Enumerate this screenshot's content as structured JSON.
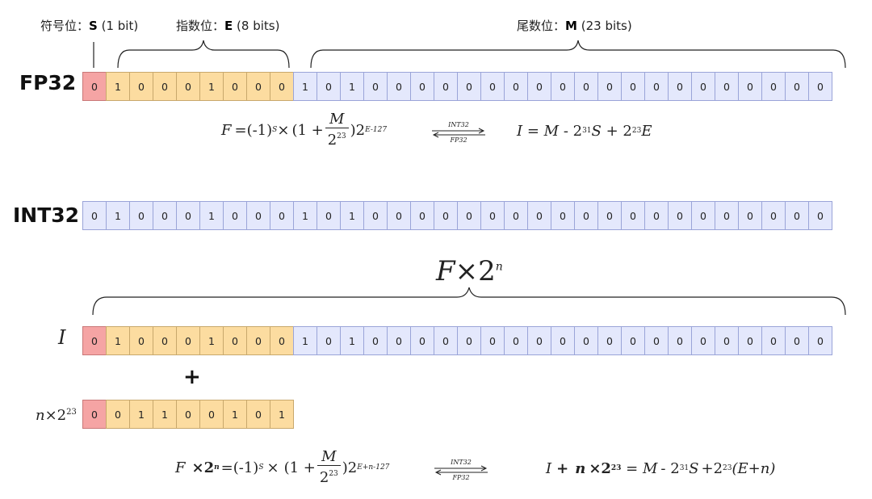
{
  "header": {
    "sign_label_prefix": "符号位：",
    "sign_label_letter": "S",
    "sign_label_bits": "(1 bit)",
    "exp_label_prefix": "指数位：",
    "exp_label_letter": "E",
    "exp_label_bits": "(8 bits)",
    "man_label_prefix": "尾数位：",
    "man_label_letter": "M",
    "man_label_bits": "(23 bits)"
  },
  "rows": {
    "fp32": {
      "label": "FP32",
      "bits": [
        "0",
        "1",
        "0",
        "0",
        "0",
        "1",
        "0",
        "0",
        "0",
        "1",
        "0",
        "1",
        "0",
        "0",
        "0",
        "0",
        "0",
        "0",
        "0",
        "0",
        "0",
        "0",
        "0",
        "0",
        "0",
        "0",
        "0",
        "0",
        "0",
        "0",
        "0",
        "0"
      ]
    },
    "int32": {
      "label": "INT32",
      "bits": [
        "0",
        "1",
        "0",
        "0",
        "0",
        "1",
        "0",
        "0",
        "0",
        "1",
        "0",
        "1",
        "0",
        "0",
        "0",
        "0",
        "0",
        "0",
        "0",
        "0",
        "0",
        "0",
        "0",
        "0",
        "0",
        "0",
        "0",
        "0",
        "0",
        "0",
        "0",
        "0"
      ]
    },
    "i": {
      "label": "I",
      "bits": [
        "0",
        "1",
        "0",
        "0",
        "0",
        "1",
        "0",
        "0",
        "0",
        "1",
        "0",
        "1",
        "0",
        "0",
        "0",
        "0",
        "0",
        "0",
        "0",
        "0",
        "0",
        "0",
        "0",
        "0",
        "0",
        "0",
        "0",
        "0",
        "0",
        "0",
        "0",
        "0"
      ]
    },
    "n": {
      "label_var": "n",
      "label_times": "×2",
      "label_exp": "23",
      "bits": [
        "0",
        "0",
        "1",
        "1",
        "0",
        "0",
        "1",
        "0",
        "1"
      ]
    }
  },
  "formula1": {
    "lhs": "F",
    "eq": "=(-1)",
    "s_exp": "S",
    "times": "×",
    "open": "(1 +",
    "frac_num": "M",
    "frac_den": "2",
    "frac_den_exp": "23",
    "close": ")2",
    "pow_exp": "E-127"
  },
  "arrow_labels": {
    "top": "INT32",
    "bottom": "FP32"
  },
  "formula2": {
    "text_a": "I",
    "text_b": " = ",
    "text_c": "M",
    "text_d": " - 2",
    "exp_31": "31",
    "text_e": "S",
    "text_f": " + 2",
    "exp_23": "23",
    "text_g": "E"
  },
  "big_expr": {
    "base": "F",
    "times": "×2",
    "exp": "n"
  },
  "plus_sign": "+",
  "formula3": {
    "lhs": "F",
    "times": "×2",
    "n_exp": "n",
    "eq": "=(-1)",
    "s_exp": "S",
    "times2": "×",
    "open": "(1 +",
    "frac_num": "M",
    "frac_den": "2",
    "frac_den_exp": "23",
    "close": ")2",
    "pow_exp": "E+n-127"
  },
  "formula4": {
    "i": "I",
    "plus": "+",
    "n": "n",
    "times": "×2",
    "exp_23a": "23",
    "eq": " = ",
    "m": "M",
    "minus": "- 2",
    "exp_31": "31",
    "s": "S",
    "plus2": "+2",
    "exp_23b": "23",
    "paren": "(E+n)"
  },
  "colors": {
    "sign": "#f5a4a4",
    "exponent": "#fcdca0",
    "mantissa": "#e4e8fc",
    "border": "#98a3d8"
  }
}
